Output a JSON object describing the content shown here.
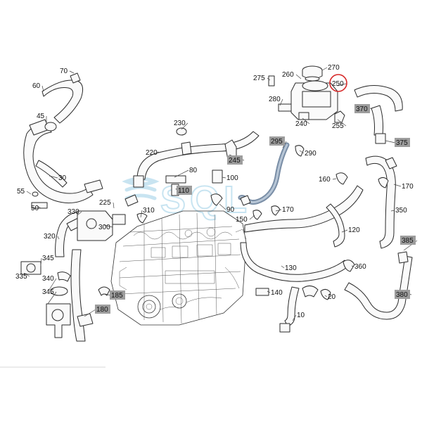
{
  "diagram": {
    "watermark": "SQL",
    "highlight_color": "#d62828",
    "box_color": "#9d9d9d",
    "callouts": [
      {
        "id": "70",
        "boxed": false
      },
      {
        "id": "60",
        "boxed": false
      },
      {
        "id": "45",
        "boxed": false
      },
      {
        "id": "30",
        "boxed": false
      },
      {
        "id": "55",
        "boxed": false
      },
      {
        "id": "50",
        "boxed": false
      },
      {
        "id": "330",
        "boxed": false
      },
      {
        "id": "320",
        "boxed": false
      },
      {
        "id": "345",
        "boxed": false
      },
      {
        "id": "335",
        "boxed": false
      },
      {
        "id": "340",
        "boxed": false
      },
      {
        "id": "345",
        "boxed": false
      },
      {
        "id": "225",
        "boxed": false
      },
      {
        "id": "300",
        "boxed": false
      },
      {
        "id": "310",
        "boxed": false
      },
      {
        "id": "185",
        "boxed": true
      },
      {
        "id": "180",
        "boxed": true
      },
      {
        "id": "230",
        "boxed": false
      },
      {
        "id": "220",
        "boxed": false
      },
      {
        "id": "80",
        "boxed": false
      },
      {
        "id": "110",
        "boxed": true
      },
      {
        "id": "100",
        "boxed": false
      },
      {
        "id": "90",
        "boxed": false
      },
      {
        "id": "150",
        "boxed": false
      },
      {
        "id": "245",
        "boxed": true
      },
      {
        "id": "295",
        "boxed": true
      },
      {
        "id": "290",
        "boxed": false
      },
      {
        "id": "170",
        "boxed": false
      },
      {
        "id": "275",
        "boxed": false
      },
      {
        "id": "260",
        "boxed": false
      },
      {
        "id": "270",
        "boxed": false
      },
      {
        "id": "250",
        "boxed": false,
        "highlight": true
      },
      {
        "id": "280",
        "boxed": false
      },
      {
        "id": "240",
        "boxed": false
      },
      {
        "id": "255",
        "boxed": false
      },
      {
        "id": "370",
        "boxed": true
      },
      {
        "id": "375",
        "boxed": true
      },
      {
        "id": "160",
        "boxed": false
      },
      {
        "id": "170",
        "boxed": false
      },
      {
        "id": "350",
        "boxed": false
      },
      {
        "id": "120",
        "boxed": false
      },
      {
        "id": "385",
        "boxed": true
      },
      {
        "id": "130",
        "boxed": false
      },
      {
        "id": "360",
        "boxed": false
      },
      {
        "id": "380",
        "boxed": true
      },
      {
        "id": "140",
        "boxed": false
      },
      {
        "id": "20",
        "boxed": false
      },
      {
        "id": "10",
        "boxed": false
      }
    ]
  }
}
